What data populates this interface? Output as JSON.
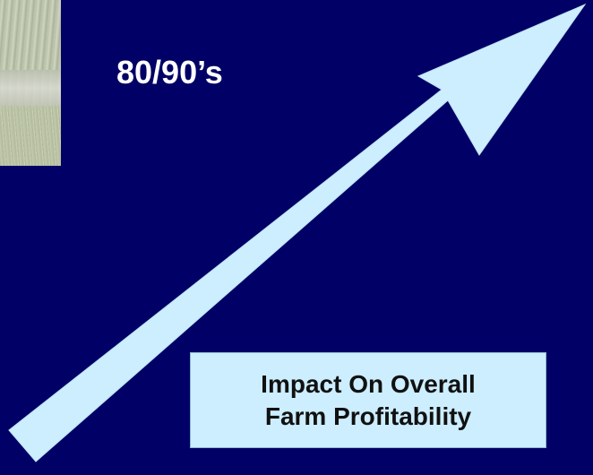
{
  "era_label": "80/90’s",
  "impact_box": {
    "line1": "Impact On Overall",
    "line2": "Farm Profitability"
  },
  "colors": {
    "background": "#000066",
    "arrow": "#cceeff",
    "box_fill": "#cceeff",
    "label_text": "#ffffff"
  },
  "photo": {
    "subject": "crop field photograph"
  }
}
